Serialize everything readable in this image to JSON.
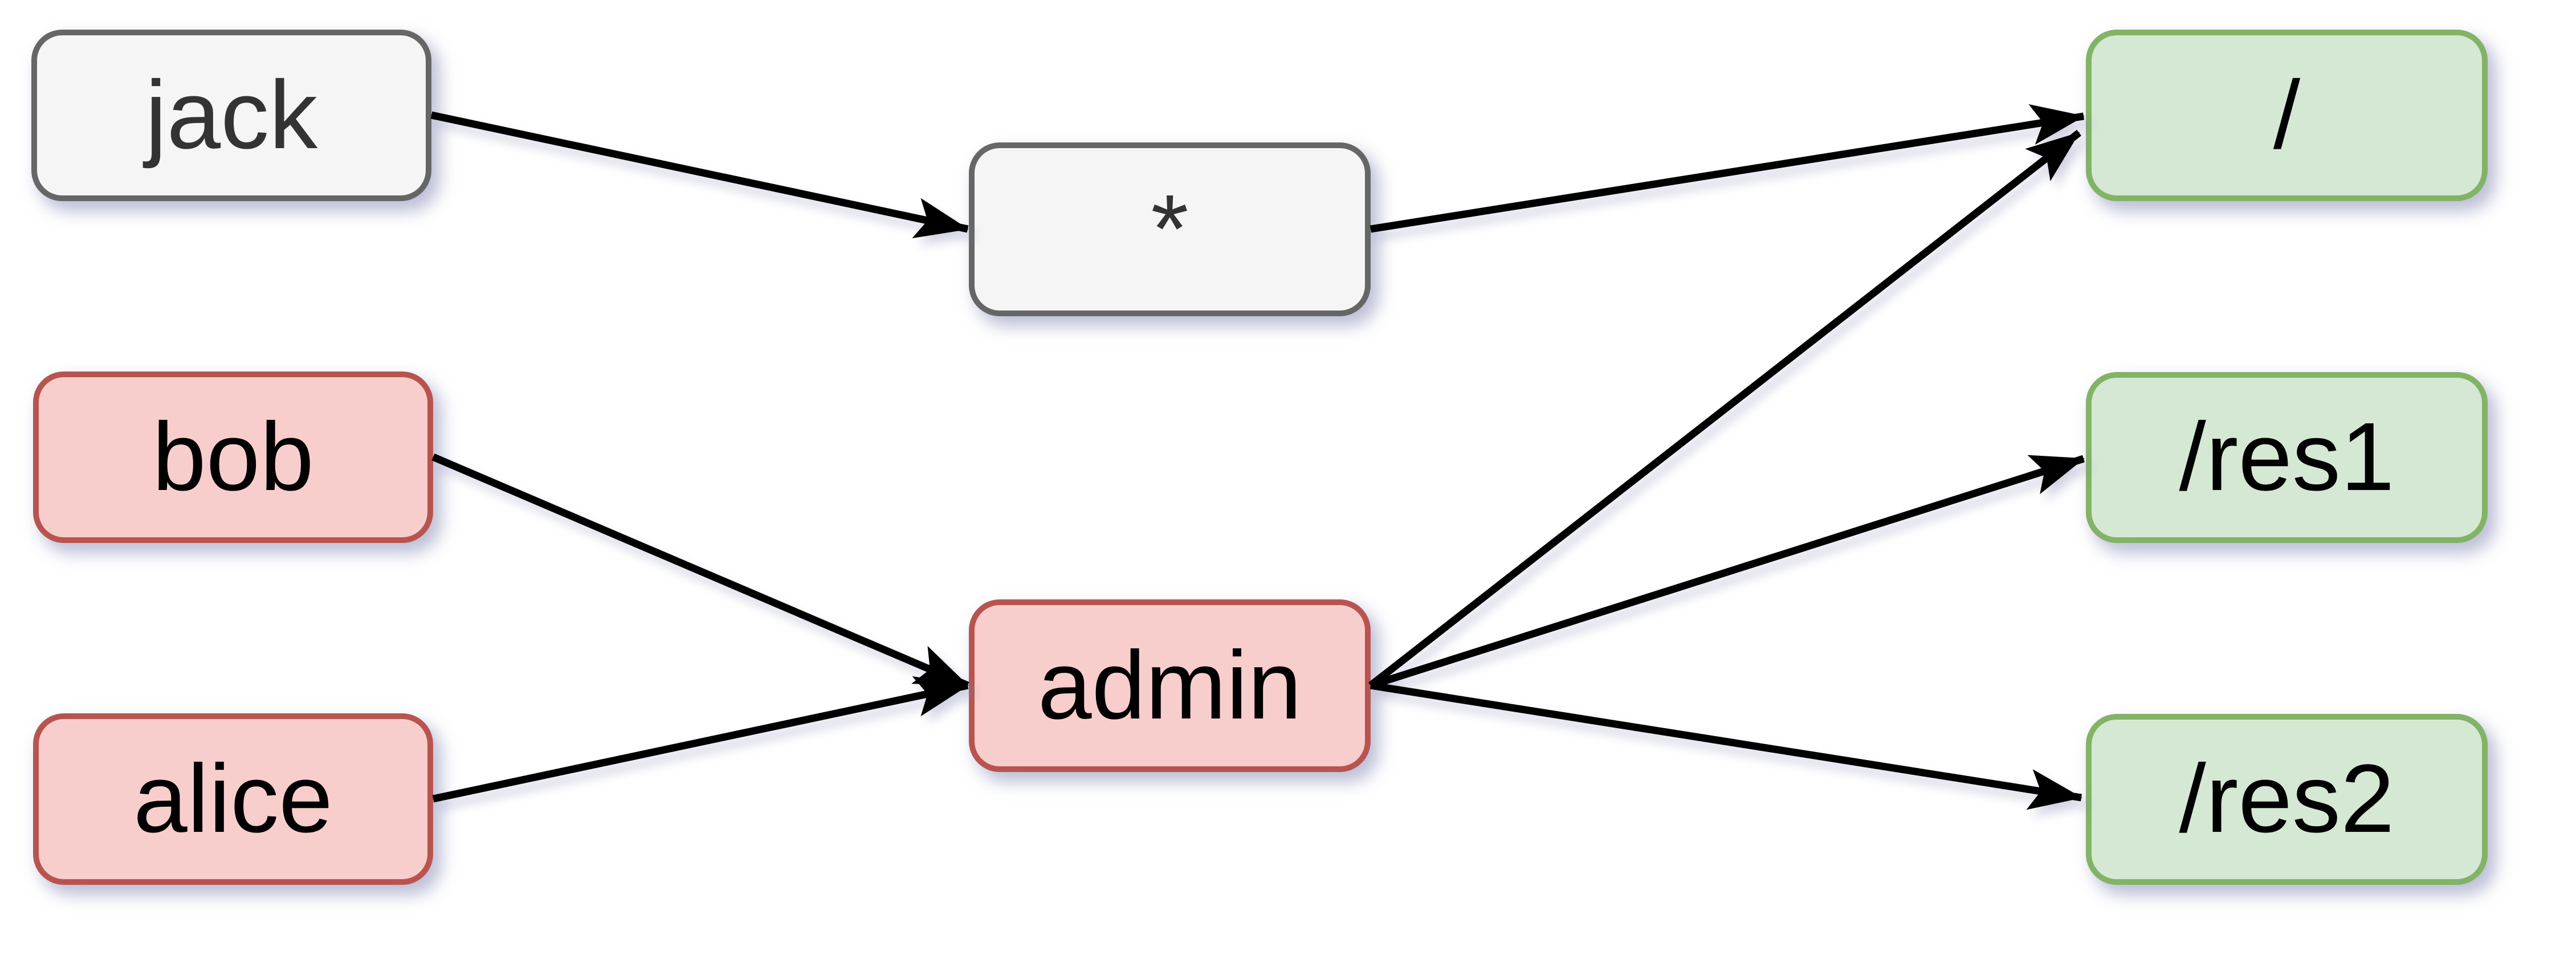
{
  "diagram": {
    "title": "rbac-access-graph",
    "nodes": {
      "jack": {
        "label": "jack",
        "kind": "user",
        "fill": "#f5f5f5",
        "border": "#666666",
        "text_color": "#333333"
      },
      "bob": {
        "label": "bob",
        "kind": "user",
        "fill": "#f8cecc",
        "border": "#b85450",
        "text_color": "#000000"
      },
      "alice": {
        "label": "alice",
        "kind": "user",
        "fill": "#f8cecc",
        "border": "#b85450",
        "text_color": "#000000"
      },
      "star": {
        "label": "*",
        "kind": "role",
        "fill": "#f5f5f5",
        "border": "#666666",
        "text_color": "#333333"
      },
      "admin": {
        "label": "admin",
        "kind": "role",
        "fill": "#f8cecc",
        "border": "#b85450",
        "text_color": "#000000"
      },
      "root": {
        "label": "/",
        "kind": "resource",
        "fill": "#d5e8d4",
        "border": "#82b366",
        "text_color": "#000000"
      },
      "res1": {
        "label": "/res1",
        "kind": "resource",
        "fill": "#d5e8d4",
        "border": "#82b366",
        "text_color": "#000000"
      },
      "res2": {
        "label": "/res2",
        "kind": "resource",
        "fill": "#d5e8d4",
        "border": "#82b366",
        "text_color": "#000000"
      }
    },
    "edges": [
      {
        "from": "jack",
        "to": "star"
      },
      {
        "from": "star",
        "to": "root"
      },
      {
        "from": "bob",
        "to": "admin"
      },
      {
        "from": "alice",
        "to": "admin"
      },
      {
        "from": "admin",
        "to": "root"
      },
      {
        "from": "admin",
        "to": "res1"
      },
      {
        "from": "admin",
        "to": "res2"
      }
    ],
    "colors": {
      "background": "#ffffff",
      "edge": "#000000",
      "shadow": "#7c81b0"
    }
  }
}
